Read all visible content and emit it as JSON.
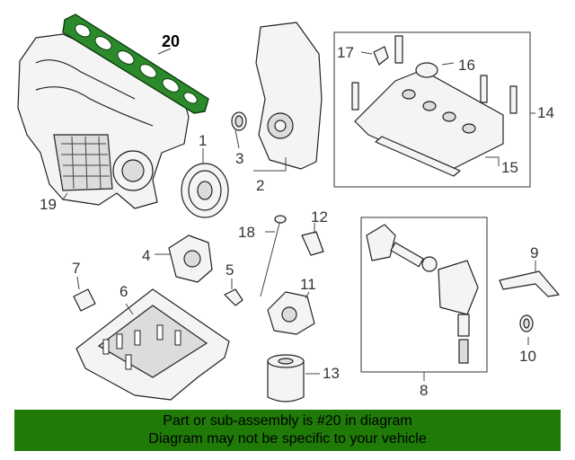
{
  "callouts": {
    "c1": "1",
    "c2": "2",
    "c3": "3",
    "c4": "4",
    "c5": "5",
    "c6": "6",
    "c7": "7",
    "c8": "8",
    "c9": "9",
    "c10": "10",
    "c11": "11",
    "c12": "12",
    "c13": "13",
    "c14": "14",
    "c15": "15",
    "c16": "16",
    "c17": "17",
    "c18": "18",
    "c19": "19",
    "c20": "20"
  },
  "highlight_color": "#2c8a2c",
  "banner": {
    "line1": "Part or sub-assembly is #20 in diagram",
    "line2": "Diagram may not be specific to your vehicle",
    "background": "#1f7a07"
  }
}
